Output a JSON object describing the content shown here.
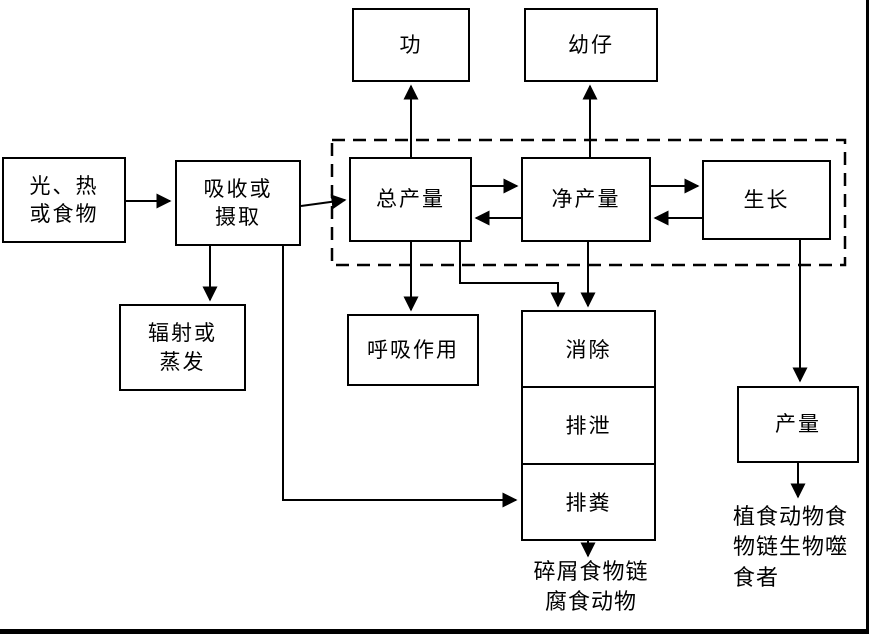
{
  "diagram": {
    "boxes": {
      "work": "功",
      "offspring": "幼仔",
      "light_heat_food": [
        "光、热",
        "或食物"
      ],
      "absorb_intake": [
        "吸收或",
        "摄取"
      ],
      "gross_production": "总产量",
      "net_production": "净产量",
      "growth": "生长",
      "radiation_evaporation": [
        "辐射或",
        "蒸发"
      ],
      "respiration": "呼吸作用",
      "elimination": "消除",
      "excretion": "排泄",
      "defecation": "排粪",
      "yield": "产量"
    },
    "labels": {
      "detritus": [
        "碎屑食物链",
        "腐食动物"
      ],
      "herbivore": [
        "植食动物食",
        "物链生物噬",
        "食者"
      ]
    },
    "colors": {
      "line": "#000000",
      "background": "#ffffff"
    }
  }
}
